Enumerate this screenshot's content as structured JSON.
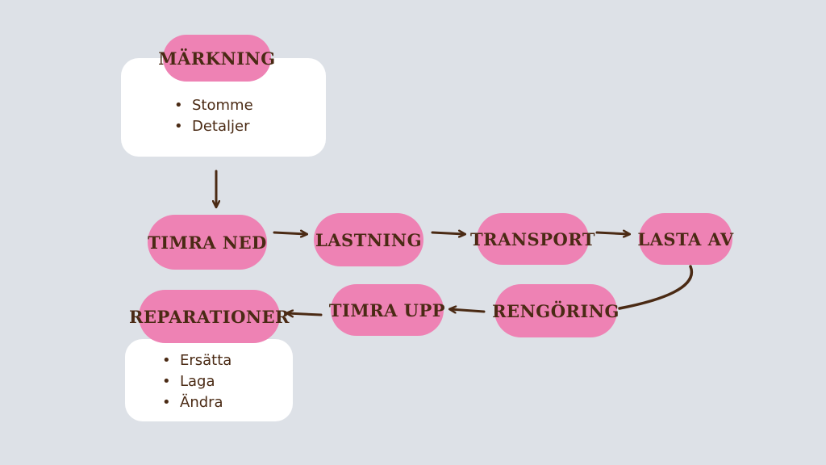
{
  "diagram": {
    "nodes": {
      "markning": "MÄRKNING",
      "timra_ned": "TIMRA NED",
      "lastning": "LASTNING",
      "transport": "TRANSPORT",
      "lasta_av": "LASTA AV",
      "rengoring": "RENGÖRING",
      "timra_upp": "TIMRA UPP",
      "reparationer": "REPARATIONER"
    },
    "markning_items": [
      "Stomme",
      "Detaljer"
    ],
    "reparationer_items": [
      "Ersätta",
      "Laga",
      "Ändra"
    ],
    "colors": {
      "background": "#dde1e7",
      "node_fill": "#ee82b4",
      "card_fill": "#ffffff",
      "text_and_arrows": "#4a2a14"
    }
  }
}
